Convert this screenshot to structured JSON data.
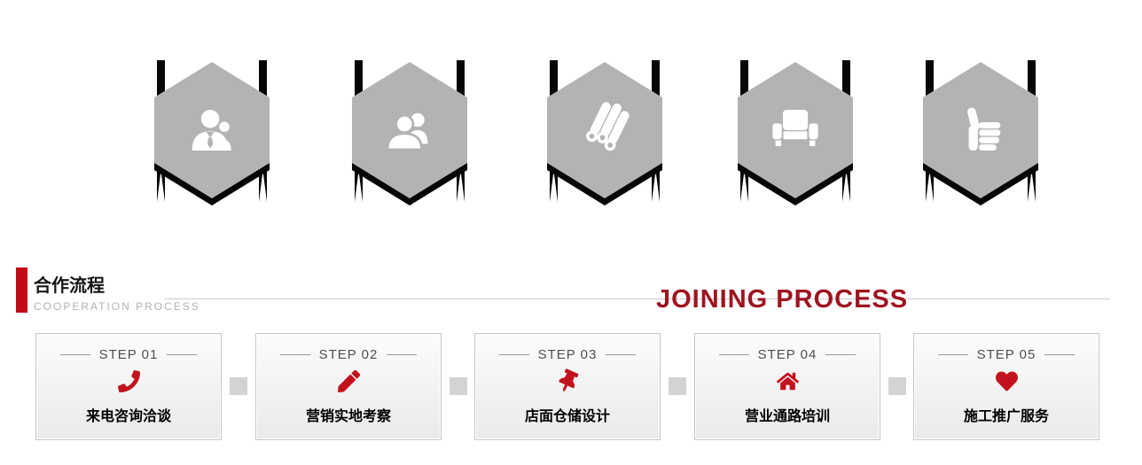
{
  "badges": [
    {
      "icon": "businessman-icon"
    },
    {
      "icon": "group-icon"
    },
    {
      "icon": "logs-icon"
    },
    {
      "icon": "armchair-icon"
    },
    {
      "icon": "thumbs-up-icon"
    }
  ],
  "header": {
    "title": "合作流程",
    "subtitle": "COOPERATION PROCESS",
    "slogan": "JOINING PROCESS"
  },
  "steps": [
    {
      "label": "STEP 01",
      "icon": "phone-icon",
      "title": "来电咨询洽谈"
    },
    {
      "label": "STEP 02",
      "icon": "pencil-icon",
      "title": "营销实地考察"
    },
    {
      "label": "STEP 03",
      "icon": "pushpin-icon",
      "title": "店面仓储设计"
    },
    {
      "label": "STEP 04",
      "icon": "home-icon",
      "title": "营业通路培训"
    },
    {
      "label": "STEP 05",
      "icon": "heart-icon",
      "title": "施工推广服务"
    }
  ],
  "colors": {
    "accent_red": "#c30b17",
    "slogan_red": "#9e1420",
    "icon_red": "#c2121d",
    "hex_gray": "#b3b3b3",
    "ribbon_black": "#060606"
  }
}
